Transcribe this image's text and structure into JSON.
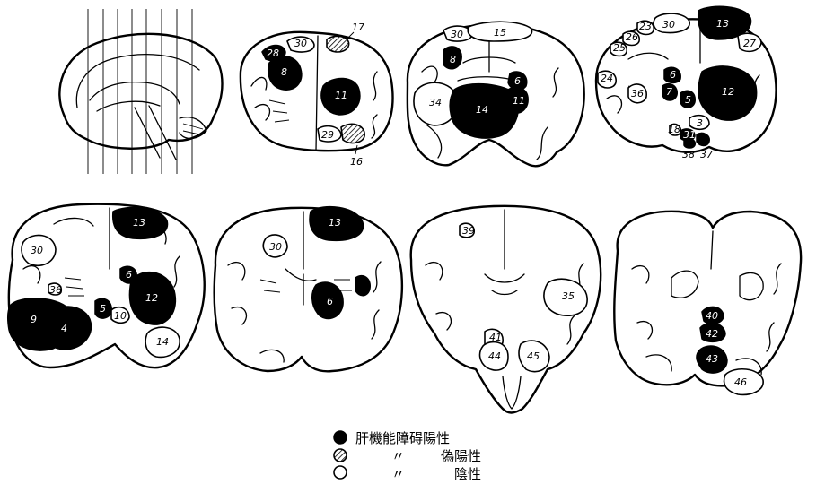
{
  "panels": [
    {
      "id": "sagittal",
      "regions": []
    },
    {
      "id": "slice-1",
      "regions": [
        {
          "label": "28",
          "status": "positive"
        },
        {
          "label": "8",
          "status": "positive"
        },
        {
          "label": "30",
          "status": "negative"
        },
        {
          "label": "17",
          "status": "pseudo"
        },
        {
          "label": "11",
          "status": "positive"
        },
        {
          "label": "29",
          "status": "negative"
        },
        {
          "label": "16",
          "status": "pseudo"
        }
      ]
    },
    {
      "id": "slice-2",
      "regions": [
        {
          "label": "30",
          "status": "negative"
        },
        {
          "label": "15",
          "status": "negative"
        },
        {
          "label": "8",
          "status": "positive"
        },
        {
          "label": "34",
          "status": "negative"
        },
        {
          "label": "14",
          "status": "positive"
        },
        {
          "label": "11",
          "status": "positive"
        },
        {
          "label": "6",
          "status": "positive"
        }
      ]
    },
    {
      "id": "slice-3",
      "regions": [
        {
          "label": "30",
          "status": "negative"
        },
        {
          "label": "13",
          "status": "positive"
        },
        {
          "label": "27",
          "status": "negative"
        },
        {
          "label": "23",
          "status": "negative"
        },
        {
          "label": "26",
          "status": "negative"
        },
        {
          "label": "25",
          "status": "negative"
        },
        {
          "label": "24",
          "status": "negative"
        },
        {
          "label": "36",
          "status": "negative"
        },
        {
          "label": "6",
          "status": "positive"
        },
        {
          "label": "5",
          "status": "positive"
        },
        {
          "label": "7",
          "status": "positive"
        },
        {
          "label": "12",
          "status": "positive"
        },
        {
          "label": "3",
          "status": "negative"
        },
        {
          "label": "18",
          "status": "negative"
        },
        {
          "label": "31",
          "status": "positive"
        },
        {
          "label": "38",
          "status": "positive"
        },
        {
          "label": "37",
          "status": "positive"
        }
      ]
    },
    {
      "id": "slice-4",
      "regions": [
        {
          "label": "13",
          "status": "positive"
        },
        {
          "label": "30",
          "status": "negative"
        },
        {
          "label": "36",
          "status": "negative"
        },
        {
          "label": "6",
          "status": "positive"
        },
        {
          "label": "12",
          "status": "positive"
        },
        {
          "label": "9",
          "status": "positive"
        },
        {
          "label": "4",
          "status": "positive"
        },
        {
          "label": "5",
          "status": "positive"
        },
        {
          "label": "10",
          "status": "negative"
        },
        {
          "label": "14",
          "status": "negative"
        }
      ]
    },
    {
      "id": "slice-5",
      "regions": [
        {
          "label": "13",
          "status": "positive"
        },
        {
          "label": "30",
          "status": "negative"
        },
        {
          "label": "6",
          "status": "positive"
        }
      ]
    },
    {
      "id": "slice-6",
      "regions": [
        {
          "label": "39",
          "status": "negative"
        },
        {
          "label": "35",
          "status": "negative"
        },
        {
          "label": "41",
          "status": "negative"
        },
        {
          "label": "44",
          "status": "negative"
        },
        {
          "label": "45",
          "status": "negative"
        }
      ]
    },
    {
      "id": "slice-7",
      "regions": [
        {
          "label": "40",
          "status": "positive"
        },
        {
          "label": "42",
          "status": "positive"
        },
        {
          "label": "43",
          "status": "positive"
        },
        {
          "label": "46",
          "status": "negative"
        }
      ]
    }
  ],
  "legend": {
    "items": [
      {
        "status": "positive",
        "symbol": "filled-circle-icon",
        "text": "肝機能障碍陽性"
      },
      {
        "status": "pseudo",
        "symbol": "hatched-circle-icon",
        "prefix": "〃",
        "text": "偽陽性"
      },
      {
        "status": "negative",
        "symbol": "open-circle-icon",
        "prefix": "〃",
        "text": "陰性"
      }
    ]
  },
  "colors": {
    "positive": "#000000",
    "negative": "#ffffff",
    "line": "#000000",
    "background": "#ffffff"
  }
}
